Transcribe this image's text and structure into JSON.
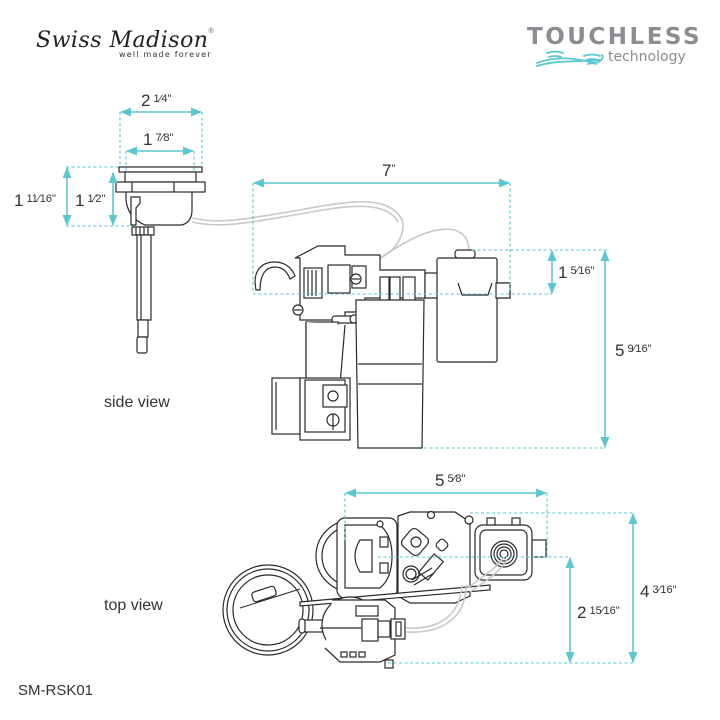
{
  "brand": {
    "name": "Swiss Madison",
    "registered_mark": "®",
    "tagline": "well made forever"
  },
  "badge": {
    "title": "TOUCHLESS",
    "subtitle": "technology",
    "accent_color": "#5bc8cf",
    "text_color": "#8a8d91"
  },
  "colors": {
    "dimension_line": "#5bc8cf",
    "drawing_line": "#2a2a2a",
    "cable_line": "#c8c8c8"
  },
  "side_view": {
    "label": "side view",
    "dimensions": {
      "button_outer_width": {
        "whole": "2",
        "frac": "1⁄4",
        "unit": "\""
      },
      "button_inner_width": {
        "whole": "1",
        "frac": "7⁄8",
        "unit": "\""
      },
      "button_total_height": {
        "whole": "1",
        "frac": "11⁄16",
        "unit": "\""
      },
      "button_body_height": {
        "whole": "1",
        "frac": "1⁄2",
        "unit": "\""
      },
      "valve_width": {
        "whole": "7",
        "frac": "",
        "unit": "\""
      },
      "sensor_height": {
        "whole": "1",
        "frac": "5⁄16",
        "unit": "\""
      },
      "valve_total_height": {
        "whole": "5",
        "frac": "9⁄16",
        "unit": "\""
      }
    }
  },
  "top_view": {
    "label": "top view",
    "dimensions": {
      "valve_depth_width": {
        "whole": "5",
        "frac": "5⁄8",
        "unit": "\""
      },
      "sensor_offset_height": {
        "whole": "2",
        "frac": "15⁄16",
        "unit": "\""
      },
      "total_depth_height": {
        "whole": "4",
        "frac": "3⁄16",
        "unit": "\""
      }
    }
  },
  "model_number": "SM-RSK01"
}
